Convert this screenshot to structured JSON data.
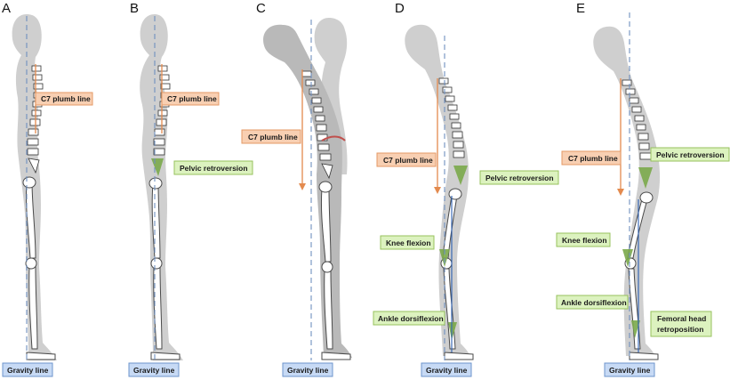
{
  "panels": [
    {
      "letter": "A",
      "labels": {
        "c7": "C7 plumb line",
        "gravity": "Gravity line"
      }
    },
    {
      "letter": "B",
      "labels": {
        "c7": "C7 plumb line",
        "pelvic": "Pelvic retroversion",
        "gravity": "Gravity line"
      }
    },
    {
      "letter": "C",
      "labels": {
        "c7": "C7 plumb line",
        "gravity": "Gravity line"
      }
    },
    {
      "letter": "D",
      "labels": {
        "c7": "C7 plumb line",
        "pelvic": "Pelvic retroversion",
        "knee": "Knee flexion",
        "ankle": "Ankle dorsiflexion",
        "gravity": "Gravity line"
      }
    },
    {
      "letter": "E",
      "labels": {
        "c7": "C7 plumb line",
        "pelvic": "Pelvic retroversion",
        "knee": "Knee flexion",
        "ankle": "Ankle dorsiflexion",
        "femoral_line1": "Femoral head",
        "femoral_line2": "retroposition",
        "gravity": "Gravity line"
      }
    }
  ],
  "colors": {
    "c7_box": "#f8cfb2",
    "compensation_box": "#dcf2bf",
    "gravity_box": "#c7daf5",
    "body": "#cfcfcf",
    "plumb_line": "#e38a4e",
    "gravity_line": "#6f8fbf"
  }
}
